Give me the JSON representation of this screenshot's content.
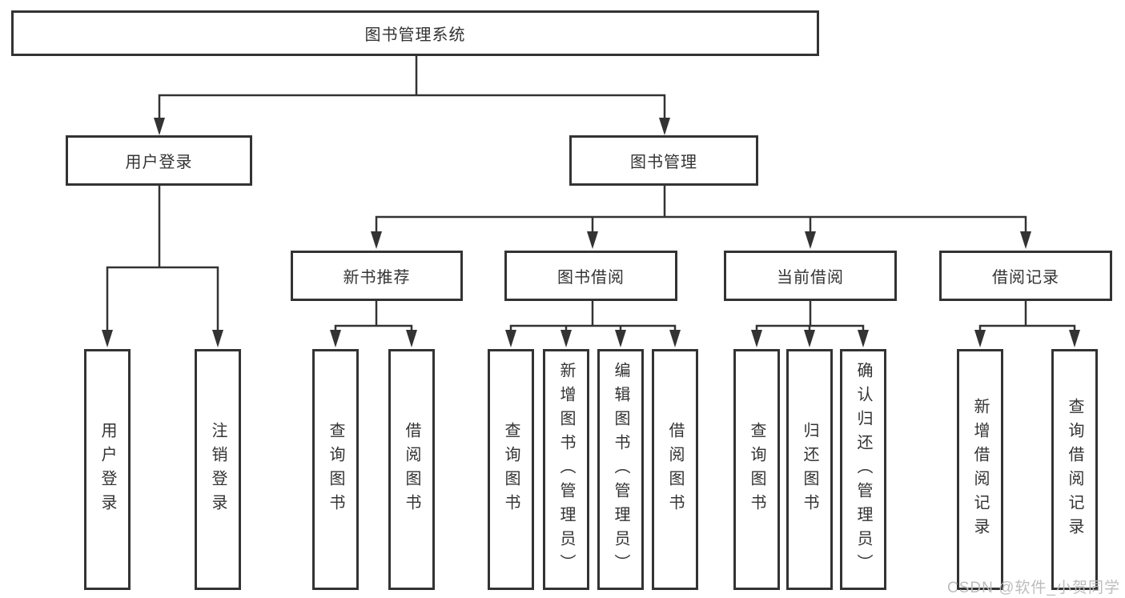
{
  "diagram": {
    "title": "图书管理系统",
    "level2": [
      {
        "label": "用户登录"
      },
      {
        "label": "图书管理"
      }
    ],
    "level3": [
      {
        "label": "新书推荐",
        "parent": "图书管理"
      },
      {
        "label": "图书借阅",
        "parent": "图书管理"
      },
      {
        "label": "当前借阅",
        "parent": "图书管理"
      },
      {
        "label": "借阅记录",
        "parent": "图书管理"
      }
    ],
    "leaves": [
      {
        "label": "用户登录",
        "parent": "用户登录"
      },
      {
        "label": "注销登录",
        "parent": "用户登录"
      },
      {
        "label": "查询图书",
        "parent": "新书推荐"
      },
      {
        "label": "借阅图书",
        "parent": "新书推荐"
      },
      {
        "label": "查询图书",
        "parent": "图书借阅"
      },
      {
        "label": "新增图书（管理员）",
        "parent": "图书借阅"
      },
      {
        "label": "编辑图书（管理员）",
        "parent": "图书借阅"
      },
      {
        "label": "借阅图书",
        "parent": "图书借阅"
      },
      {
        "label": "查询图书",
        "parent": "当前借阅"
      },
      {
        "label": "归还图书",
        "parent": "当前借阅"
      },
      {
        "label": "确认归还（管理员）",
        "parent": "当前借阅"
      },
      {
        "label": "新增借阅记录",
        "parent": "借阅记录"
      },
      {
        "label": "查询借阅记录",
        "parent": "借阅记录"
      }
    ]
  },
  "watermark": {
    "text": "CSDN @软件_小贺同学",
    "color": "#bcbcbc"
  },
  "colors": {
    "line": "#333333",
    "border": "#333333",
    "text": "#333333",
    "background": "#ffffff"
  }
}
